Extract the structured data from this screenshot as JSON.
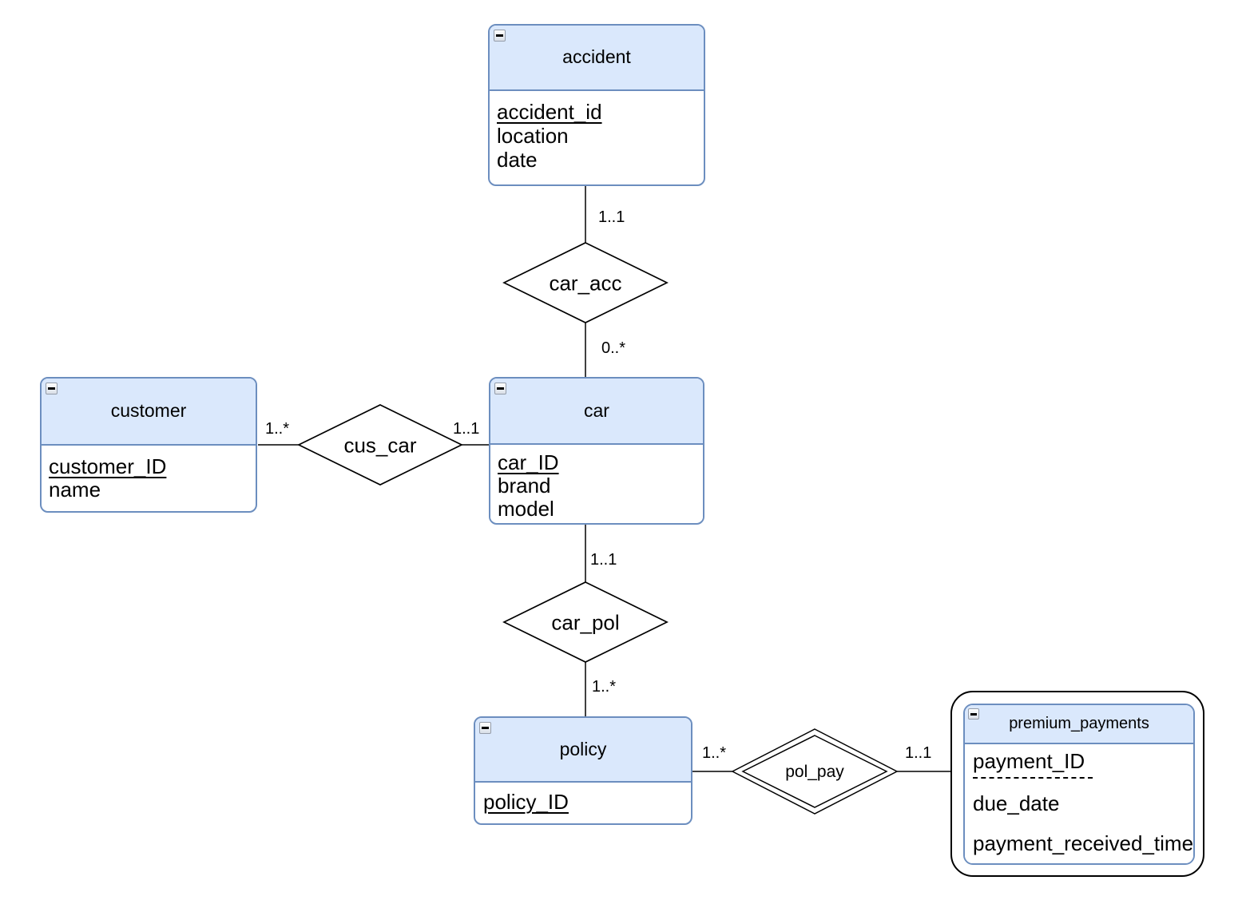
{
  "diagram_type": "entity-relationship-diagram",
  "colors": {
    "entity_fill": "#dae8fc",
    "entity_stroke": "#6c8ebf",
    "weak_entity_outline": "#000000",
    "connector": "#000000",
    "text": "#000000",
    "canvas_background": "#ffffff"
  },
  "icons": {
    "collapse": "minus-icon"
  },
  "entities": {
    "accident": {
      "title": "accident",
      "attributes": [
        "accident_id",
        "location",
        "date"
      ],
      "primary_key": "accident_id"
    },
    "customer": {
      "title": "customer",
      "attributes": [
        "customer_ID",
        "name"
      ],
      "primary_key": "customer_ID"
    },
    "car": {
      "title": "car",
      "attributes": [
        "car_ID",
        "brand",
        "model"
      ],
      "primary_key": "car_ID"
    },
    "policy": {
      "title": "policy",
      "attributes": [
        "policy_ID"
      ],
      "primary_key": "policy_ID"
    },
    "premium_payments": {
      "title": "premium_payments",
      "attributes": [
        "payment_ID",
        "due_date",
        "payment_received_time"
      ],
      "partial_key": "payment_ID",
      "weak": true
    }
  },
  "relationships": {
    "car_acc": {
      "label": "car_acc",
      "between": [
        "accident",
        "car"
      ],
      "cardinality_accident": "1..1",
      "cardinality_car": "0..*",
      "identifying": false
    },
    "cus_car": {
      "label": "cus_car",
      "between": [
        "customer",
        "car"
      ],
      "cardinality_customer": "1..*",
      "cardinality_car": "1..1",
      "identifying": false
    },
    "car_pol": {
      "label": "car_pol",
      "between": [
        "car",
        "policy"
      ],
      "cardinality_car": "1..1",
      "cardinality_policy": "1..*",
      "identifying": false
    },
    "pol_pay": {
      "label": "pol_pay",
      "between": [
        "policy",
        "premium_payments"
      ],
      "cardinality_policy": "1..*",
      "cardinality_premium_payments": "1..1",
      "identifying": true
    }
  }
}
